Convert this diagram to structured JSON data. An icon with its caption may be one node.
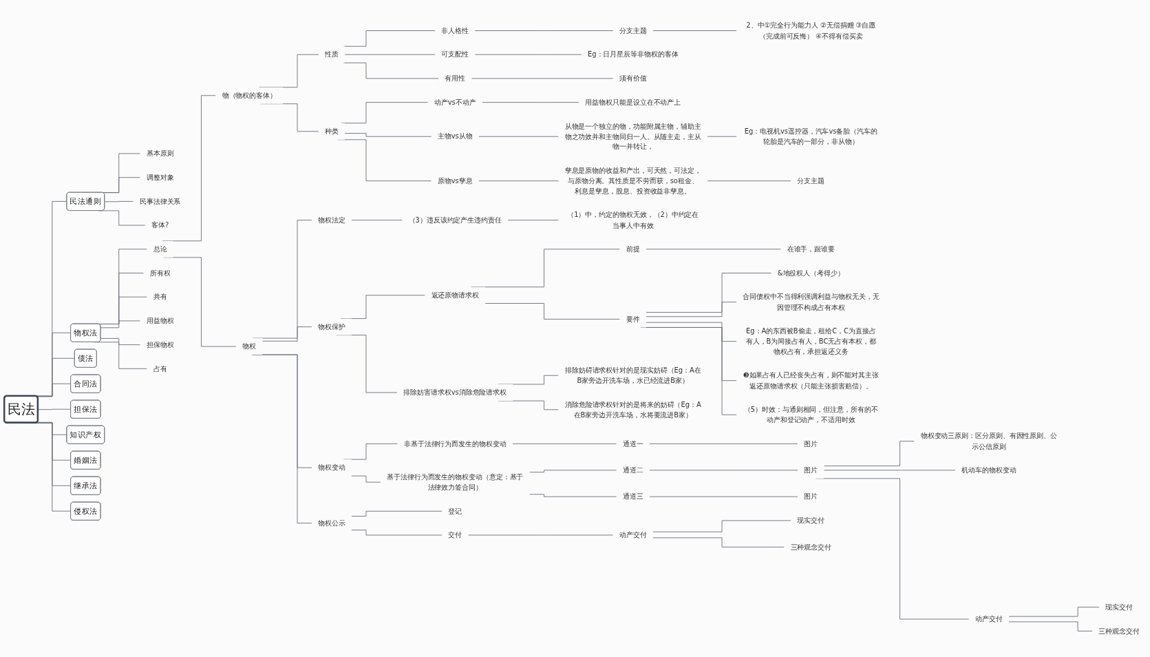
{
  "diagram": {
    "nodes": [
      {
        "text": [
          "民法"
        ]
      },
      {
        "text": [
          "民法通则"
        ]
      },
      {
        "text": [
          "基本原则"
        ]
      },
      {
        "text": [
          "调整对象"
        ]
      },
      {
        "text": [
          "民事法律关系"
        ]
      },
      {
        "text": [
          "客体?"
        ]
      },
      {
        "text": [
          "物权法"
        ]
      },
      {
        "text": [
          "总论"
        ]
      },
      {
        "text": [
          "物（物权的客体）"
        ]
      },
      {
        "text": [
          "性质"
        ]
      },
      {
        "text": [
          "非人格性"
        ]
      },
      {
        "text": [
          "分支主题"
        ]
      },
      {
        "text": [
          "2、中①完全行为能力人 ②无偿捐赠 ③自愿（完成前可反悔） ④不得有偿买卖"
        ]
      },
      {
        "text": [
          "可支配性"
        ]
      },
      {
        "text": [
          "Eg：日月星辰等非物权的客体"
        ]
      },
      {
        "text": [
          "有用性"
        ]
      },
      {
        "text": [
          "须有价值"
        ]
      },
      {
        "text": [
          "种类"
        ]
      },
      {
        "text": [
          "动产vs不动产"
        ]
      },
      {
        "text": [
          "用益物权只能是设立在不动产上"
        ]
      },
      {
        "text": [
          "主物vs从物"
        ]
      },
      {
        "text": [
          "从物是一个独立的物，功能附属主物，辅助主物之功效并和主物同归一人。从随主走，主从物一并转让，"
        ]
      },
      {
        "text": [
          "Eg：电视机vs遥控器，汽车vs备胎（汽车的轮胎是汽车的一部分，非从物）"
        ]
      },
      {
        "text": [
          "原物vs孳息"
        ]
      },
      {
        "text": [
          "孳息是原物的收益和产出，可天然，可法定，与原物分离。其性质是不劳而获，so租金、利息是孳息，股息、投资收益非孳息。"
        ]
      },
      {
        "text": [
          "分支主题"
        ]
      },
      {
        "text": [
          "物权"
        ]
      },
      {
        "text": [
          "物权法定"
        ]
      },
      {
        "text": [
          "（3）违反该约定产生违约责任"
        ]
      },
      {
        "text": [
          "（1）中，约定的物权无效，（2）中约定在当事人中有效"
        ]
      },
      {
        "text": [
          "物权保护"
        ]
      },
      {
        "text": [
          "返还原物请求权"
        ]
      },
      {
        "text": [
          "前提"
        ]
      },
      {
        "text": [
          "在谁手，跟谁要"
        ]
      },
      {
        "text": [
          "要件"
        ]
      },
      {
        "text": [
          "&地役权人（考得少）"
        ]
      },
      {
        "text": [
          "合同债权中不当得利强调利益与物权无关，无因管理不构成占有本权"
        ]
      },
      {
        "text": [
          "Eg：A的东西被B偷走，租给C，C为直接占有人，B为间接占有人，BC无占有本权，都物权占有，承担返还义务"
        ]
      },
      {
        "text": [
          "❸如果占有人已经丧失占有，则不能对其主张返还原物请求权（只能主张损害赔偿）。"
        ]
      },
      {
        "text": [
          "（5）时效：与通则相同，但注意，所有的不动产和登记动产，不适用时效"
        ]
      },
      {
        "text": [
          "排除妨害请求权vs消除危险请求权"
        ]
      },
      {
        "text": [
          "排除妨碍请求权针对的是现实妨碍（Eg：A在B家旁边开洗车场，水已经流进B家）"
        ]
      },
      {
        "text": [
          "消除危险请求权针对的是将来的妨碍（Eg：A在B家旁边开洗车场，水将要流进B家）"
        ]
      },
      {
        "text": [
          "物权变动"
        ]
      },
      {
        "text": [
          "非基于法律行为而发生的物权变动"
        ]
      },
      {
        "text": [
          "通道一"
        ]
      },
      {
        "text": [
          "图片"
        ]
      },
      {
        "text": [
          "基于法律行为而发生的物权变动（意定：基于法律效力签合同）"
        ]
      },
      {
        "text": [
          "通道二"
        ]
      },
      {
        "text": [
          "图片"
        ]
      },
      {
        "text": [
          "物权变动三原则：区分原则、有因性原则、公示公信原则"
        ]
      },
      {
        "text": [
          "机动车的物权变动"
        ]
      },
      {
        "text": [
          "动产交付"
        ]
      },
      {
        "text": [
          "现实交付"
        ]
      },
      {
        "text": [
          "三种观念交付"
        ]
      },
      {
        "text": [
          "通道三"
        ]
      },
      {
        "text": [
          "图片"
        ]
      },
      {
        "text": [
          "物权公示"
        ]
      },
      {
        "text": [
          "登记"
        ]
      },
      {
        "text": [
          "交付"
        ]
      },
      {
        "text": [
          "动产交付"
        ]
      },
      {
        "text": [
          "现实交付"
        ]
      },
      {
        "text": [
          "三种观念交付"
        ]
      },
      {
        "text": [
          "所有权"
        ]
      },
      {
        "text": [
          "共有"
        ]
      },
      {
        "text": [
          "用益物权"
        ]
      },
      {
        "text": [
          "担保物权"
        ]
      },
      {
        "text": [
          "占有"
        ]
      },
      {
        "text": [
          "债法"
        ]
      },
      {
        "text": [
          "合同法"
        ]
      },
      {
        "text": [
          "担保法"
        ]
      },
      {
        "text": [
          "知识产权"
        ]
      },
      {
        "text": [
          "婚姻法"
        ]
      },
      {
        "text": [
          "继承法"
        ]
      },
      {
        "text": [
          "侵权法"
        ]
      }
    ],
    "edges": [
      {
        "from": 0,
        "to": 1,
        "arrow": "none"
      },
      {
        "from": 1,
        "to": 2,
        "arrow": "none"
      },
      {
        "from": 1,
        "to": 3,
        "arrow": "none"
      },
      {
        "from": 1,
        "to": 4,
        "arrow": "none"
      },
      {
        "from": 1,
        "to": 5,
        "arrow": "none"
      },
      {
        "from": 0,
        "to": 6,
        "arrow": "none"
      },
      {
        "from": 6,
        "to": 7,
        "arrow": "none"
      },
      {
        "from": 7,
        "to": 8,
        "arrow": "none"
      },
      {
        "from": 8,
        "to": 9,
        "arrow": "none"
      },
      {
        "from": 9,
        "to": 10,
        "arrow": "none"
      },
      {
        "from": 10,
        "to": 11,
        "arrow": "none"
      },
      {
        "from": 11,
        "to": 12,
        "arrow": "none"
      },
      {
        "from": 9,
        "to": 13,
        "arrow": "none"
      },
      {
        "from": 13,
        "to": 14,
        "arrow": "none"
      },
      {
        "from": 9,
        "to": 15,
        "arrow": "none"
      },
      {
        "from": 15,
        "to": 16,
        "arrow": "none"
      },
      {
        "from": 8,
        "to": 17,
        "arrow": "none"
      },
      {
        "from": 17,
        "to": 18,
        "arrow": "none"
      },
      {
        "from": 18,
        "to": 19,
        "arrow": "none"
      },
      {
        "from": 17,
        "to": 20,
        "arrow": "none"
      },
      {
        "from": 20,
        "to": 21,
        "arrow": "none"
      },
      {
        "from": 21,
        "to": 22,
        "arrow": "none"
      },
      {
        "from": 17,
        "to": 23,
        "arrow": "none"
      },
      {
        "from": 23,
        "to": 24,
        "arrow": "none"
      },
      {
        "from": 24,
        "to": 25,
        "arrow": "none"
      },
      {
        "from": 7,
        "to": 26,
        "arrow": "none"
      },
      {
        "from": 26,
        "to": 27,
        "arrow": "none"
      },
      {
        "from": 27,
        "to": 28,
        "arrow": "none"
      },
      {
        "from": 28,
        "to": 29,
        "arrow": "none"
      },
      {
        "from": 26,
        "to": 30,
        "arrow": "none"
      },
      {
        "from": 30,
        "to": 31,
        "arrow": "none"
      },
      {
        "from": 31,
        "to": 32,
        "arrow": "none"
      },
      {
        "from": 32,
        "to": 33,
        "arrow": "none"
      },
      {
        "from": 31,
        "to": 34,
        "arrow": "none"
      },
      {
        "from": 34,
        "to": 35,
        "arrow": "none"
      },
      {
        "from": 34,
        "to": 36,
        "arrow": "none"
      },
      {
        "from": 34,
        "to": 37,
        "arrow": "none"
      },
      {
        "from": 34,
        "to": 38,
        "arrow": "none"
      },
      {
        "from": 34,
        "to": 39,
        "arrow": "none"
      },
      {
        "from": 30,
        "to": 40,
        "arrow": "none"
      },
      {
        "from": 40,
        "to": 41,
        "arrow": "none"
      },
      {
        "from": 40,
        "to": 42,
        "arrow": "none"
      },
      {
        "from": 26,
        "to": 43,
        "arrow": "none"
      },
      {
        "from": 43,
        "to": 44,
        "arrow": "none"
      },
      {
        "from": 44,
        "to": 45,
        "arrow": "none"
      },
      {
        "from": 45,
        "to": 46,
        "arrow": "none"
      },
      {
        "from": 43,
        "to": 47,
        "arrow": "none"
      },
      {
        "from": 47,
        "to": 48,
        "arrow": "none"
      },
      {
        "from": 48,
        "to": 49,
        "arrow": "none"
      },
      {
        "from": 49,
        "to": 50,
        "arrow": "none"
      },
      {
        "from": 49,
        "to": 51,
        "arrow": "none"
      },
      {
        "from": 49,
        "to": 52,
        "arrow": "none"
      },
      {
        "from": 52,
        "to": 53,
        "arrow": "none"
      },
      {
        "from": 52,
        "to": 54,
        "arrow": "none"
      },
      {
        "from": 47,
        "to": 55,
        "arrow": "none"
      },
      {
        "from": 55,
        "to": 56,
        "arrow": "none"
      },
      {
        "from": 26,
        "to": 57,
        "arrow": "none"
      },
      {
        "from": 57,
        "to": 58,
        "arrow": "none"
      },
      {
        "from": 57,
        "to": 59,
        "arrow": "none"
      },
      {
        "from": 59,
        "to": 60,
        "arrow": "none"
      },
      {
        "from": 60,
        "to": 61,
        "arrow": "none"
      },
      {
        "from": 60,
        "to": 62,
        "arrow": "none"
      },
      {
        "from": 6,
        "to": 63,
        "arrow": "none"
      },
      {
        "from": 6,
        "to": 64,
        "arrow": "none"
      },
      {
        "from": 6,
        "to": 65,
        "arrow": "none"
      },
      {
        "from": 6,
        "to": 66,
        "arrow": "none"
      },
      {
        "from": 6,
        "to": 67,
        "arrow": "none"
      },
      {
        "from": 0,
        "to": 68,
        "arrow": "none"
      },
      {
        "from": 0,
        "to": 69,
        "arrow": "none"
      },
      {
        "from": 0,
        "to": 70,
        "arrow": "none"
      },
      {
        "from": 0,
        "to": 71,
        "arrow": "none"
      },
      {
        "from": 0,
        "to": 72,
        "arrow": "none"
      },
      {
        "from": 0,
        "to": 73,
        "arrow": "none"
      },
      {
        "from": 0,
        "to": 74,
        "arrow": "none"
      }
    ]
  }
}
